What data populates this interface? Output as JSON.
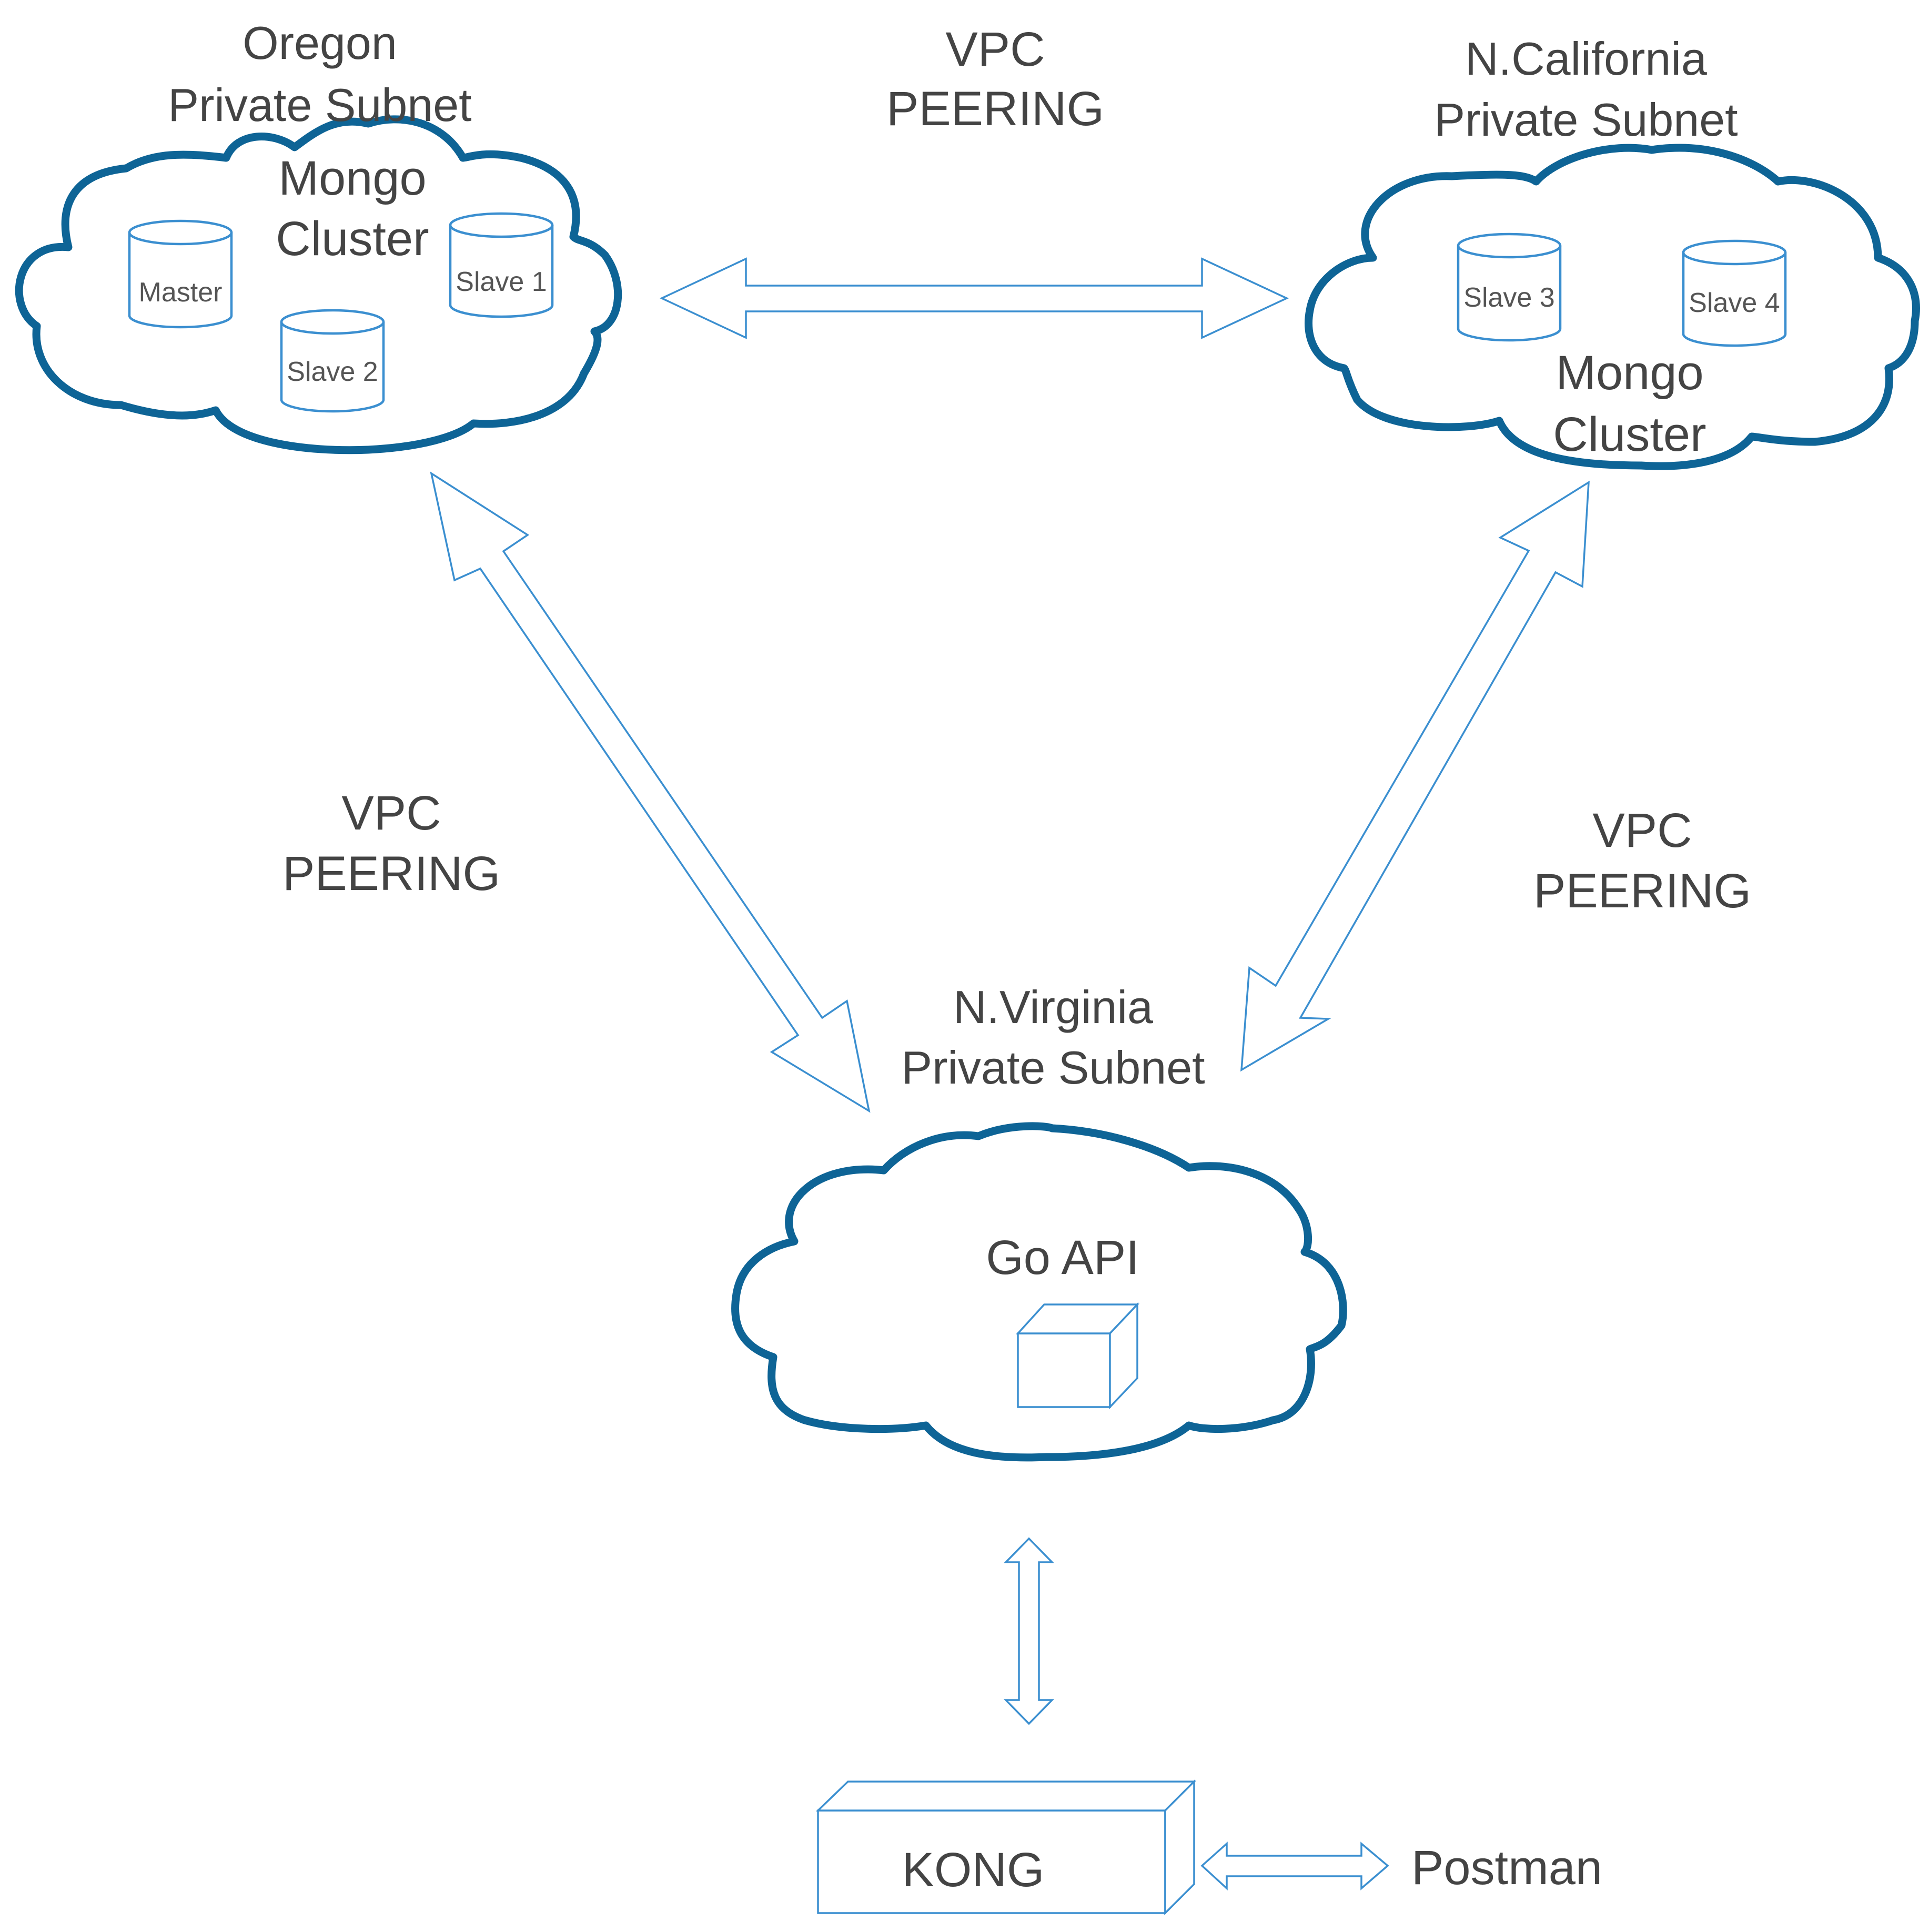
{
  "regions": {
    "oregon": {
      "name": "Oregon",
      "subnet": "Private Subnet",
      "cluster_line1": "Mongo",
      "cluster_line2": "Cluster",
      "nodes": [
        "Master",
        "Slave 1",
        "Slave 2"
      ]
    },
    "ncalifornia": {
      "name": "N.California",
      "subnet": "Private Subnet",
      "cluster_line1": "Mongo",
      "cluster_line2": "Cluster",
      "nodes": [
        "Slave 3",
        "Slave 4"
      ]
    },
    "nvirginia": {
      "name": "N.Virginia",
      "subnet": "Private Subnet",
      "service": "Go API"
    }
  },
  "peering": {
    "top": {
      "line1": "VPC",
      "line2": "PEERING"
    },
    "left": {
      "line1": "VPC",
      "line2": "PEERING"
    },
    "right": {
      "line1": "VPC",
      "line2": "PEERING"
    }
  },
  "gateway": {
    "label": "KONG"
  },
  "client": {
    "label": "Postman"
  },
  "colors": {
    "cloud_stroke": "#0e6496",
    "shape_stroke": "#3b8fd0",
    "text": "#444444"
  }
}
